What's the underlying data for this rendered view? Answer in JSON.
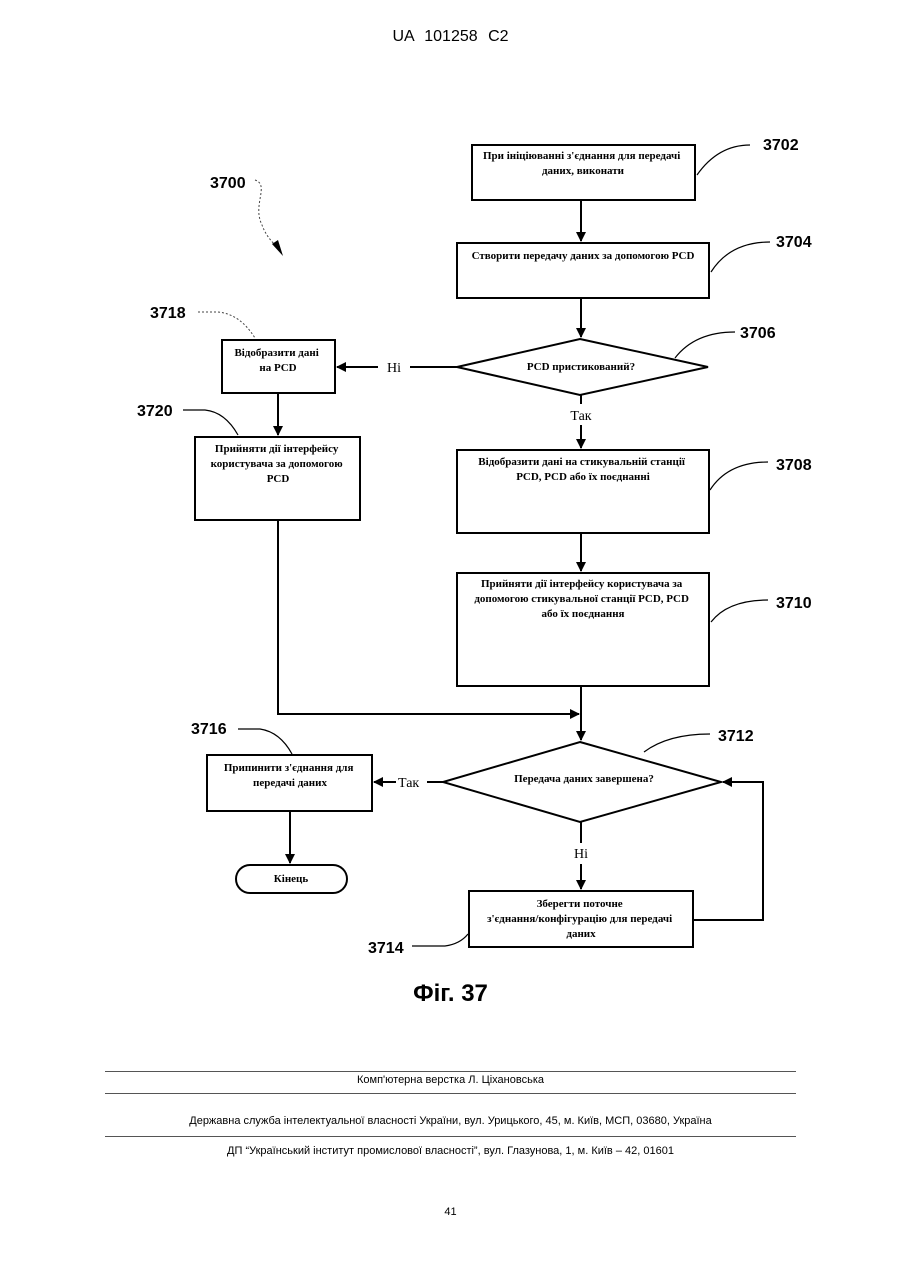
{
  "header": {
    "patent_number": "UA   101258   C2"
  },
  "diagram": {
    "ref_main": "3700",
    "steps": {
      "s3702": {
        "ref": "3702",
        "lines": [
          "При ініціюванні з'єднання для передачі",
          "даних, виконати"
        ]
      },
      "s3704": {
        "ref": "3704",
        "lines": [
          "Створити передачу даних за допомогою PCD"
        ]
      },
      "s3706": {
        "ref": "3706",
        "lines": [
          "PCD пристикований?"
        ]
      },
      "s3708": {
        "ref": "3708",
        "lines": [
          "Відобразити дані на стикувальній станції",
          "PCD, PCD або їх поєднанні"
        ]
      },
      "s3710": {
        "ref": "3710",
        "lines": [
          "Прийняти дії інтерфейсу користувача за",
          "допомогою стикувальної станції PCD, PCD",
          "або їх поєднання"
        ]
      },
      "s3712": {
        "ref": "3712",
        "lines": [
          "Передача даних завершена?"
        ]
      },
      "s3714": {
        "ref": "3714",
        "lines": [
          "Зберегти поточне",
          "з'єднання/конфігурацію для передачі",
          "даних"
        ]
      },
      "s3716": {
        "ref": "3716",
        "lines": [
          "Припинити з'єднання для",
          "передачі даних"
        ]
      },
      "s3718": {
        "ref": "3718",
        "lines": [
          "Відобразити дані",
          "на PCD"
        ]
      },
      "s3720": {
        "ref": "3720",
        "lines": [
          "Прийняти дії інтерфейсу",
          "користувача за допомогою",
          "PCD"
        ]
      },
      "end": {
        "lines": [
          "Кінець"
        ]
      }
    },
    "edge_labels": {
      "d1_no": "Ні",
      "d1_yes": "Так",
      "d2_yes": "Так",
      "d2_no": "Ні"
    }
  },
  "figure_caption": "Фіг. 37",
  "footer": {
    "layout_credit": "Комп'ютерна верстка Л. Ціхановська",
    "agency": "Державна служба інтелектуальної власності України, вул. Урицького, 45, м. Київ, МСП, 03680, Україна",
    "institute": "ДП “Український інститут промислової власності”, вул. Глазунова, 1, м. Київ – 42, 01601",
    "page_number": "41"
  }
}
